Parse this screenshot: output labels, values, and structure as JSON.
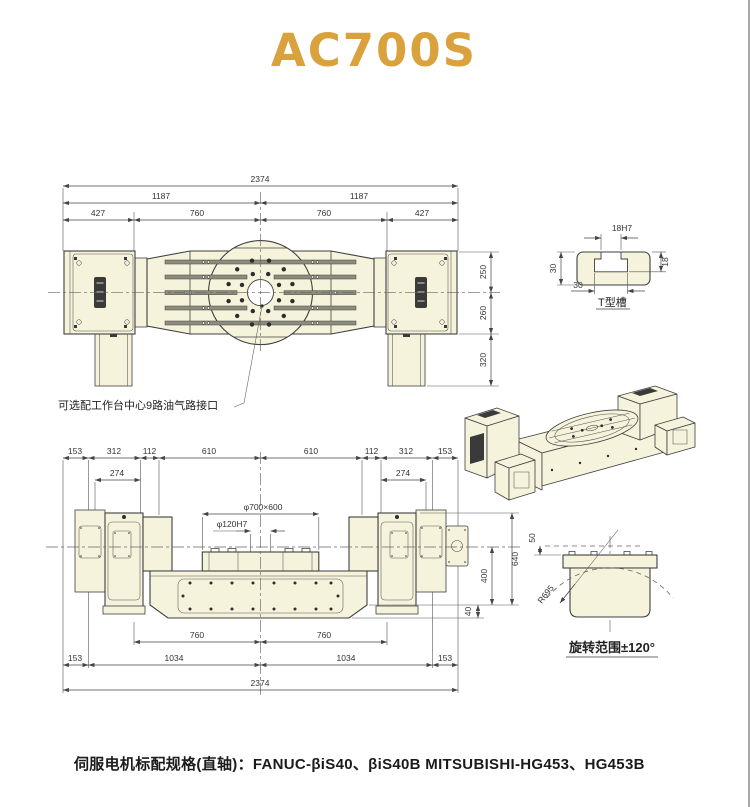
{
  "page": {
    "title": "AC700S",
    "title_color": "#D9A23C",
    "body_fill_color": "#F6F3DC",
    "line_color": "#3f3f3f"
  },
  "top_view": {
    "dim_total": "2374",
    "dim_halves": [
      "1187",
      "1187"
    ],
    "dims_row3": [
      "427",
      "760",
      "760",
      "427"
    ],
    "dims_right": [
      "250",
      "260",
      "320"
    ],
    "port_label": "可选配工作台中心9路油气路接口"
  },
  "tslot_detail": {
    "dim_top": "18H7",
    "dim_left": "30",
    "dim_bottom": "30",
    "dim_right": "18",
    "label": "T型槽"
  },
  "front_view": {
    "dims_row1": [
      "153",
      "312",
      "112",
      "610",
      "610",
      "112",
      "312",
      "153"
    ],
    "dims_sub": [
      "274",
      "274"
    ],
    "dim_table": "φ700×600",
    "dim_bore": "φ120H7",
    "dims_760": [
      "760",
      "760"
    ],
    "dims_1034": [
      "153",
      "1034",
      "1034",
      "153"
    ],
    "dim_total": "2374",
    "dims_right": [
      "640",
      "400",
      "40"
    ]
  },
  "rotation_diagram": {
    "dim_offset": "50",
    "radius_label": "R695",
    "caption": "旋转范围±120°"
  },
  "footer": {
    "text": "伺服电机标配规格(直轴)：FANUC-βiS40、βiS40B  MITSUBISHI-HG453、HG453B"
  }
}
